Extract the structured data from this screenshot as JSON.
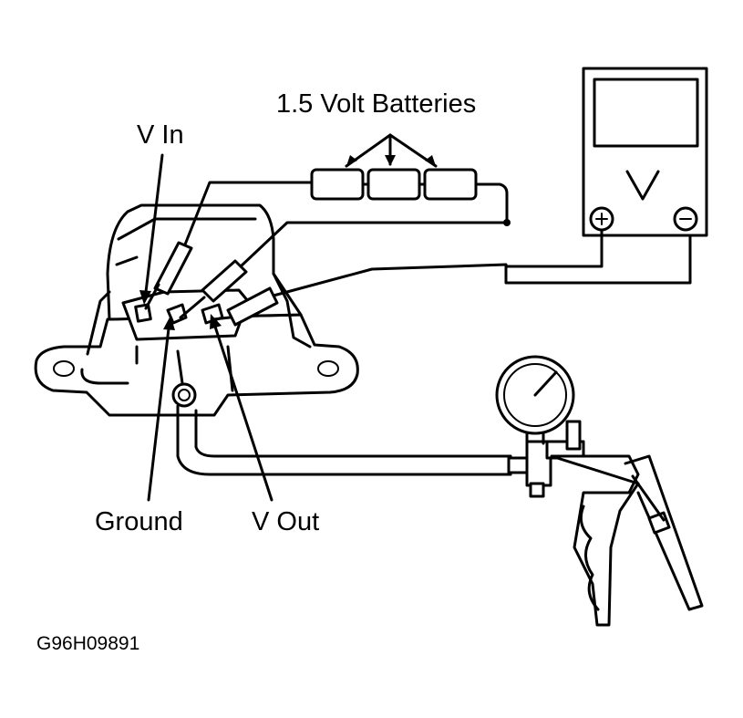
{
  "diagram": {
    "labels": {
      "batteries": "1.5 Volt Batteries",
      "v_in": "V In",
      "ground": "Ground",
      "v_out": "V Out",
      "figure_code": "G96H09891"
    },
    "meter": {
      "unit_symbol": "V",
      "positive_terminal": "+",
      "negative_terminal": "−"
    },
    "battery_count": 3,
    "colors": {
      "ink": "#000000",
      "paper": "#ffffff"
    }
  }
}
